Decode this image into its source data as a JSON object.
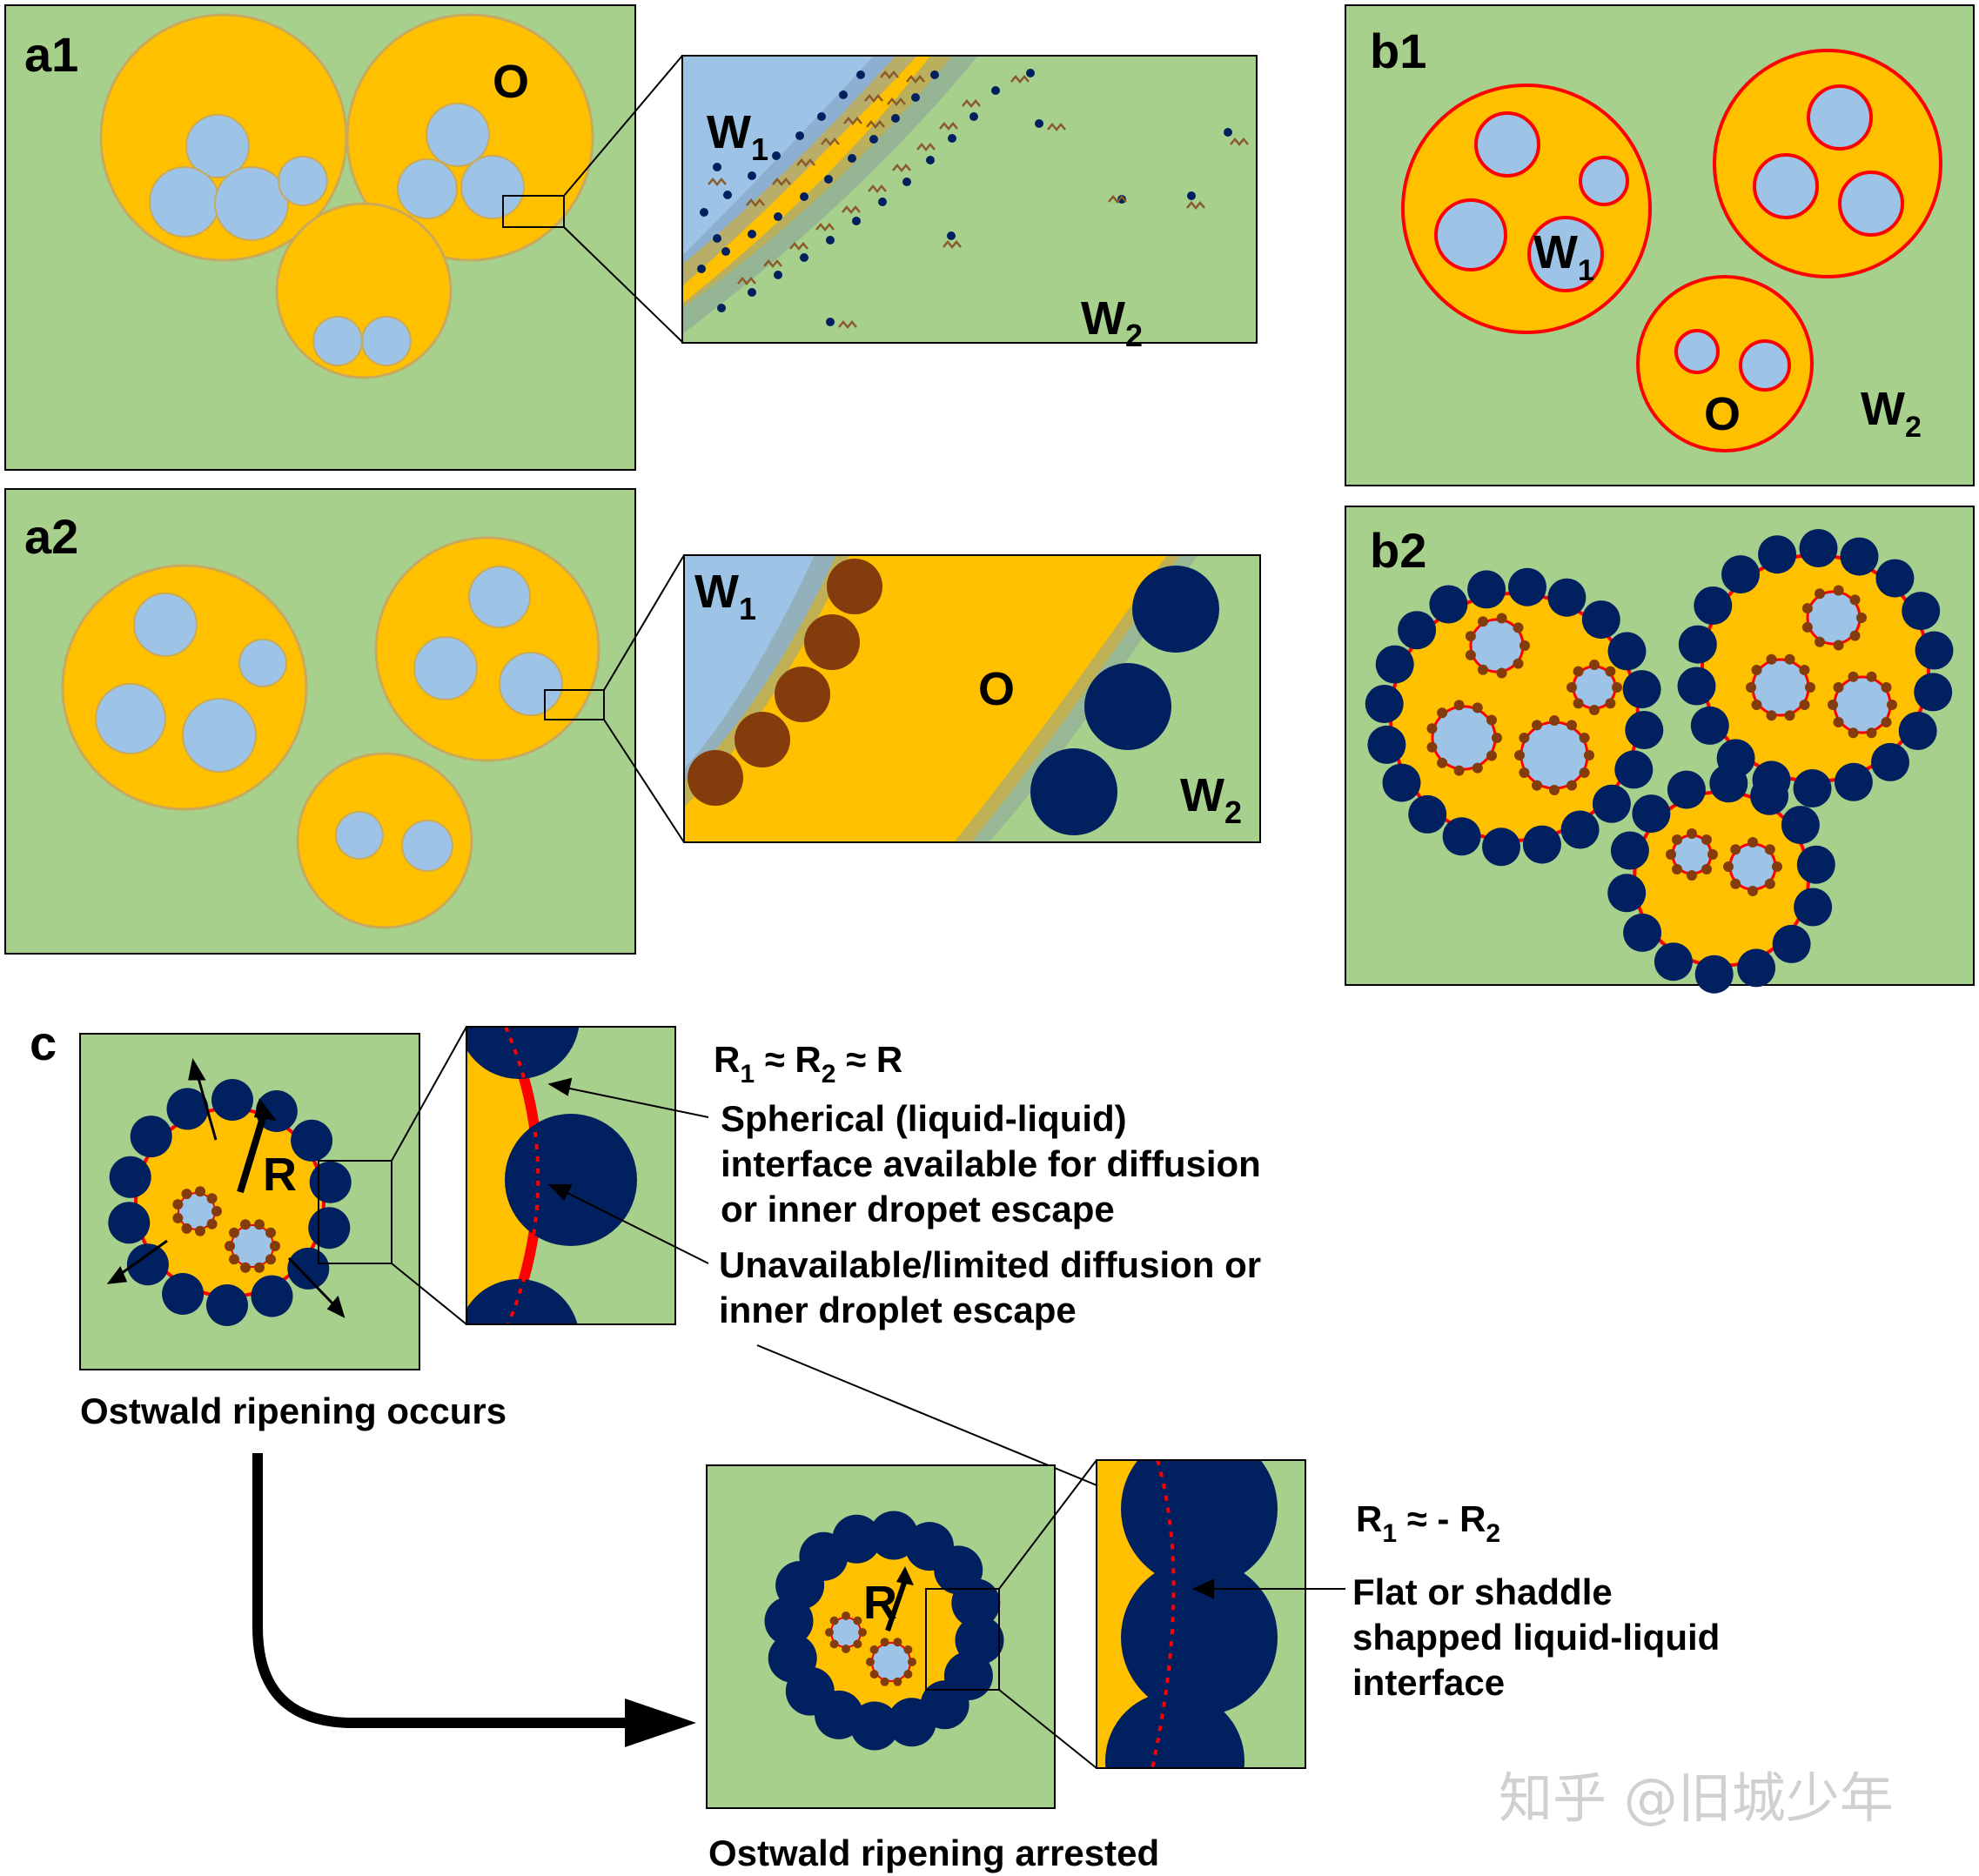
{
  "panels": {
    "a1": {
      "letter": "a1",
      "oil": "O",
      "w1": "W",
      "w1_sub": "1",
      "w2": "W",
      "w2_sub": "2"
    },
    "a2": {
      "letter": "a2",
      "oil": "O",
      "w1": "W",
      "w1_sub": "1",
      "w2": "W",
      "w2_sub": "2"
    },
    "b1": {
      "letter": "b1",
      "oil": "O",
      "w1": "W",
      "w1_sub": "1",
      "w2": "W",
      "w2_sub": "2"
    },
    "b2": {
      "letter": "b2"
    },
    "c": {
      "letter": "c",
      "radius_label": "R"
    }
  },
  "annotations": {
    "eq1": {
      "r1": "R",
      "s1": "1",
      "approx1": " ≈ R",
      "s2": "2",
      "rest": " ≈ R"
    },
    "spherical": [
      "Spherical (liquid-liquid)",
      "interface available for diffusion",
      "or inner dropet escape"
    ],
    "unavailable": [
      "Unavailable/limited diffusion or",
      "inner droplet escape"
    ],
    "eq2": {
      "r1": "R",
      "s1": "1",
      "rest": " ≈ - R",
      "s2": "2"
    },
    "flat": [
      "Flat or shaddle",
      "shapped liquid-liquid",
      "interface"
    ]
  },
  "captions": {
    "occurs": "Ostwald ripening occurs",
    "arrested": "Ostwald ripening arrested"
  },
  "watermark": "知乎 @旧城少年",
  "colors": {
    "background": "#a8d08d",
    "oil": "#ffc000",
    "water_inner": "#9dc3e6",
    "particle_outer": "#002060",
    "particle_inner": "#843c0c",
    "interface": "#ff0000",
    "outline": "#c9a95b"
  }
}
